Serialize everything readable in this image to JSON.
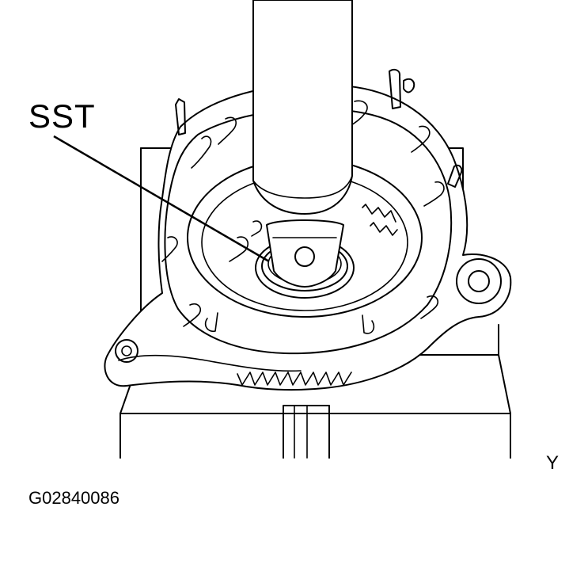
{
  "labels": {
    "callout": "SST",
    "view_mark": "Y",
    "figure_code": "G02840086"
  },
  "colors": {
    "line": "#000000",
    "background": "#ffffff"
  }
}
